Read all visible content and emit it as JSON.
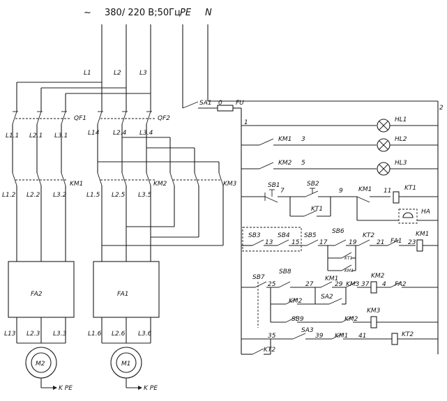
{
  "supply": {
    "tilde": "~",
    "voltage": "380/ 220 В;50Гц",
    "pe": "PE",
    "n": "N"
  },
  "phases": [
    "L1",
    "L2",
    "L3"
  ],
  "breaker_labels": {
    "qf1": "QF1",
    "qf2": "QF2",
    "sa1": "SA1",
    "fu": "FU",
    "km1": "KM1",
    "km2": "KM2",
    "km3": "KM3"
  },
  "conductors": {
    "left_top": [
      "L1.1",
      "L2.1",
      "L3.1"
    ],
    "left_mid": [
      "L1.2",
      "L2.2",
      "L3.2"
    ],
    "left_bottom": [
      "L13",
      "L2.3",
      "L3.3"
    ],
    "right_top": [
      "L14",
      "L2.4",
      "L3.4"
    ],
    "right_mid": [
      "L1.5",
      "L2.5",
      "L3.5"
    ],
    "right_bottom": [
      "L1.6",
      "L2.6",
      "L3.6"
    ]
  },
  "heaters": {
    "left": "FA2",
    "right": "FA1"
  },
  "motors": {
    "left": "M2",
    "right": "M1"
  },
  "ground": {
    "left": "K PE",
    "right": "K PE"
  },
  "wire_numbers": {
    "n0": "0",
    "n1": "1",
    "n2": "2",
    "n3": "3",
    "n5": "5",
    "n7": "7",
    "n9": "9",
    "n11": "11",
    "n13": "13",
    "n15": "15",
    "n17": "17",
    "n19": "19",
    "n21": "21",
    "n23": "23",
    "n25": "25",
    "n27": "27",
    "n29": "29",
    "n37": "37",
    "n4": "4",
    "n35": "35",
    "n39": "39",
    "n41": "41"
  },
  "lamps": [
    "HL1",
    "HL2",
    "HL3"
  ],
  "control": {
    "km1": "KM1",
    "km2": "KM2",
    "km1b": "KM1",
    "kt1": "KT1",
    "kt1b": "KT1",
    "sb1": "SB1",
    "sb2": "SB2",
    "ha": "HA",
    "sb3": "SB3",
    "sb4": "SB4",
    "sb5": "SB5",
    "sb6": "SB6",
    "kt1s": "KT1",
    "km1s": "KM1",
    "kt2": "KT2",
    "fa1": "FA1",
    "km1c": "KM1",
    "sb7": "SB7",
    "sb8": "SB8",
    "km1d": "KM1",
    "km3": "KM3",
    "km2c": "KM2",
    "fa2": "FA2",
    "km2d": "KM2",
    "sa2": "SA2",
    "sb9": "SB9",
    "km2e": "KM2",
    "km3c": "KM3",
    "sa3": "SA3",
    "km1e": "KM1",
    "kt2c": "KT2",
    "kt2b": "KT2"
  }
}
